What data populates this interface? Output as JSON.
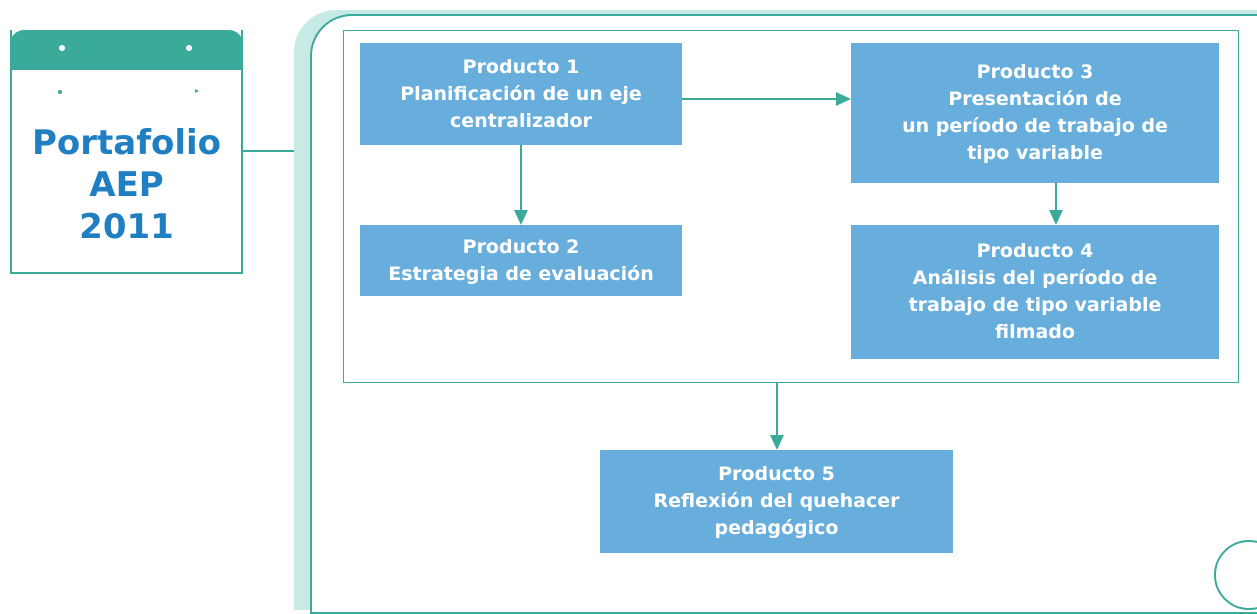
{
  "calendar": {
    "title_lines": [
      "Portafolio",
      "AEP",
      "2011"
    ]
  },
  "products": [
    {
      "lines": [
        "Producto 1",
        "Planificación de un eje",
        "centralizador"
      ]
    },
    {
      "lines": [
        "Producto 2",
        "Estrategia de evaluación"
      ]
    },
    {
      "lines": [
        "Producto 3",
        "Presentación de",
        "un período de trabajo de",
        "tipo variable"
      ]
    },
    {
      "lines": [
        "Producto 4",
        "Análisis del período de",
        "trabajo de tipo variable",
        "filmado"
      ]
    },
    {
      "lines": [
        "Producto 5",
        "Reflexión del quehacer",
        "pedagógico"
      ]
    }
  ],
  "colors": {
    "accent": "#3aaa9b",
    "box_fill": "#67aedc",
    "title": "#1f7fc2"
  }
}
